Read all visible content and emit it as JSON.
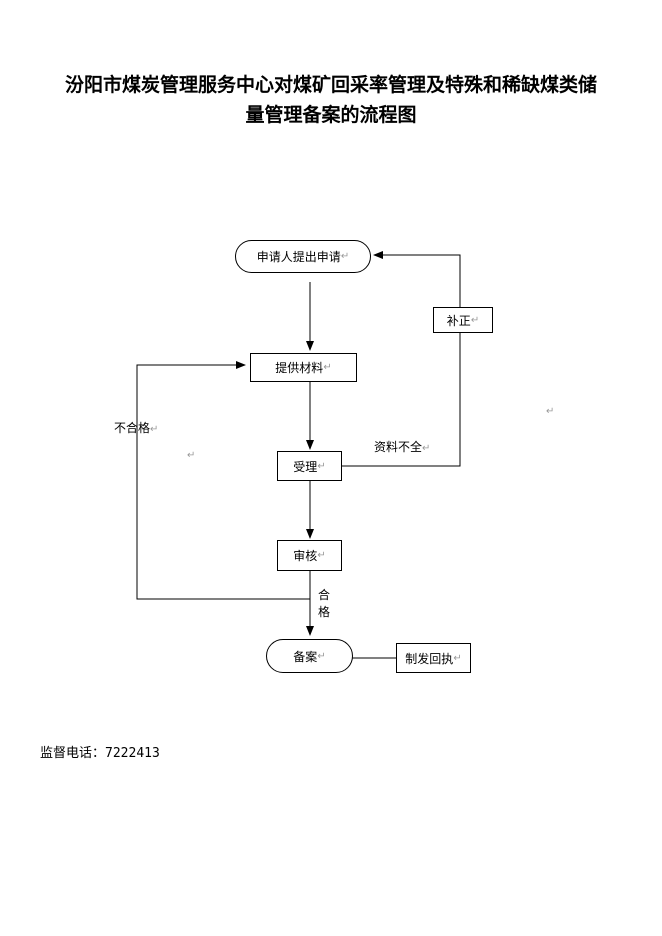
{
  "title": {
    "line1": "汾阳市煤炭管理服务中心对煤矿回采率管理及特殊和稀缺煤类储",
    "line2": "量管理备案的流程图"
  },
  "nodes": {
    "apply": "申请人提出申请",
    "materials": "提供材料",
    "accept": "受理",
    "review": "审核",
    "filing": "备案",
    "receipt": "制发回执",
    "correction": "补正"
  },
  "labels": {
    "fail": "不合格",
    "incomplete": "资料不全",
    "pass": [
      "合",
      "格"
    ]
  },
  "paragraph_mark": "↵",
  "footer": {
    "label": "监督电话：",
    "phone": "7222413"
  }
}
